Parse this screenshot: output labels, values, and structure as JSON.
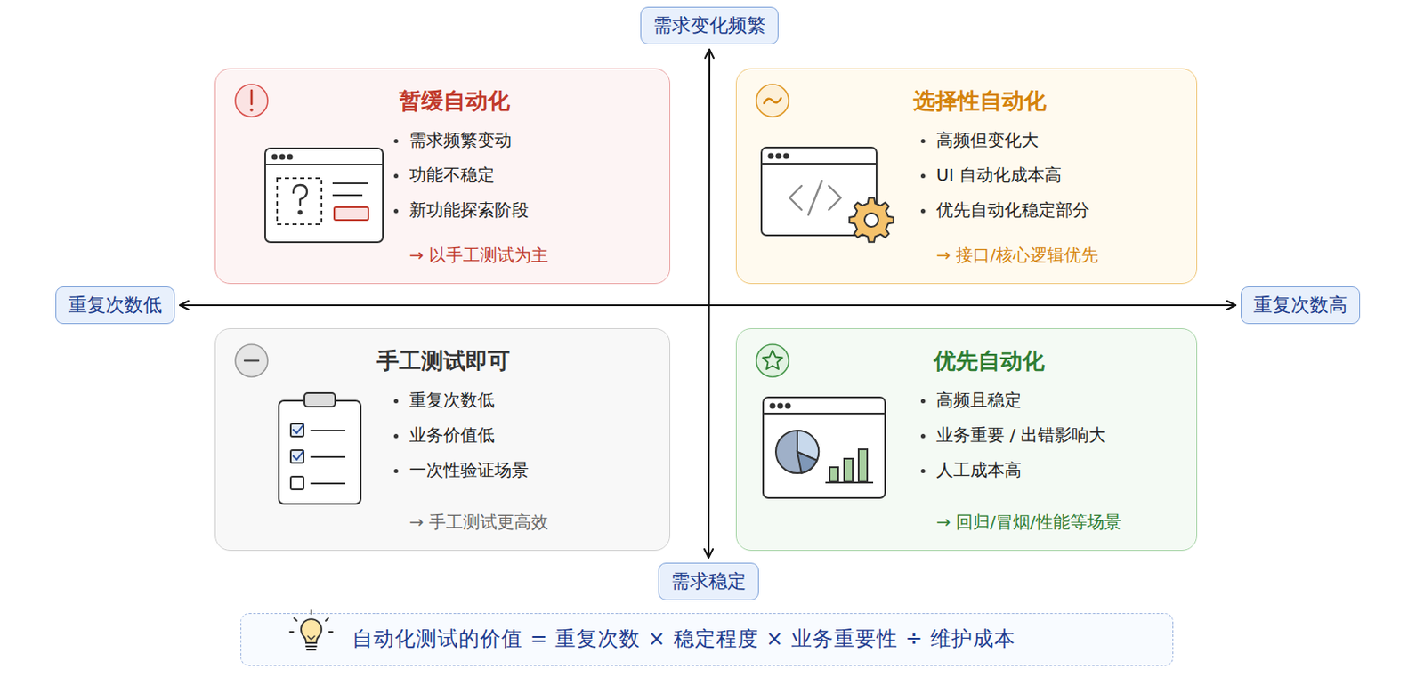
{
  "diagram": {
    "nodes": [
      {
        "text": [
          "需求变化频繁"
        ]
      },
      {
        "text": [
          "暂缓自动化",
          "需求频繁变动",
          "功能不稳定",
          "新功能探索阶段",
          "→ 以手工测试为主"
        ]
      },
      {
        "text": [
          "选择性自动化",
          "高频但变化大",
          "UI 自动化成本高",
          "优先自动化稳定部分",
          "→ 接口/核心逻辑优先"
        ]
      },
      {
        "text": [
          "重复次数低"
        ]
      },
      {
        "text": [
          "重复次数高"
        ]
      },
      {
        "text": [
          "手工测试即可",
          "重复次数低",
          "业务价值低",
          "一次性验证场景",
          "→ 手工测试更高效"
        ]
      },
      {
        "text": [
          "优先自动化",
          "高频且稳定",
          "业务重要 / 出错影响大",
          "人工成本高",
          "→ 回归/冒烟/性能等场景"
        ]
      },
      {
        "text": [
          "需求稳定"
        ]
      },
      {
        "text": [
          "自动化测试的价值 = 重复次数 × 稳定程度 × 业务重要性 ÷ 维护成本"
        ]
      }
    ],
    "edges": [
      {
        "from": 0,
        "to": 7,
        "arrow": "both"
      },
      {
        "from": 3,
        "to": 4,
        "arrow": "both"
      }
    ]
  }
}
